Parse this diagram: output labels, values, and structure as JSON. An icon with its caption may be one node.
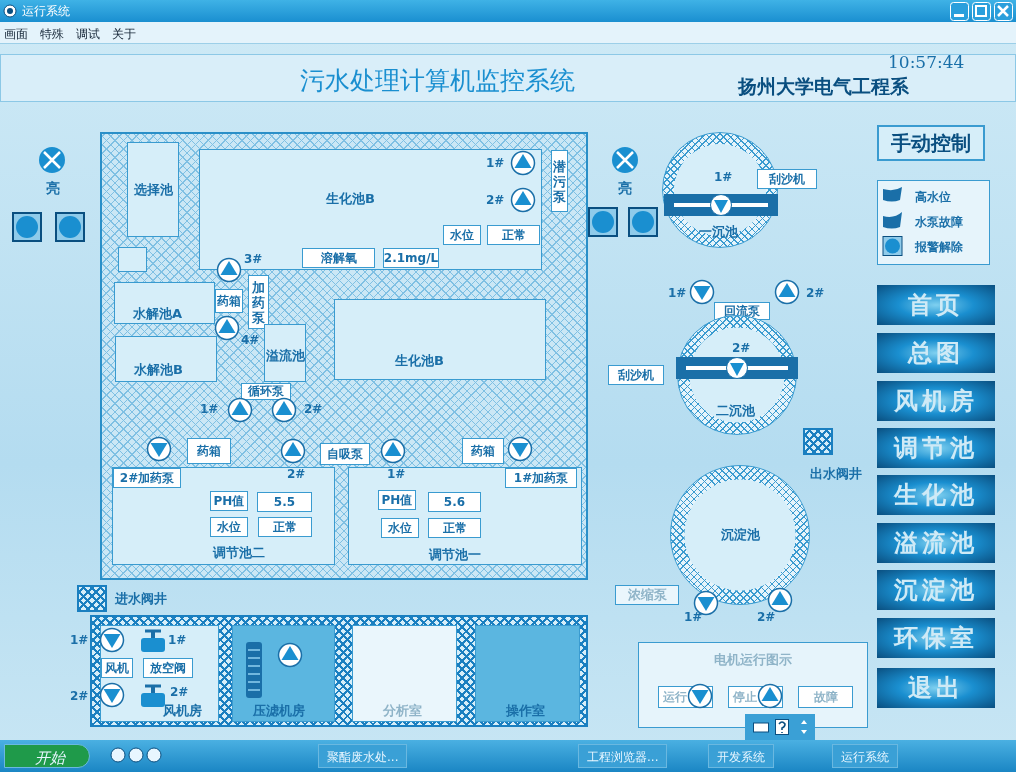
{
  "diagram": {
    "title": "污水处理计算机监控系统",
    "nodes": [
      {
        "text": [],
        "shape": "box"
      },
      {
        "text": [
          "选择池"
        ],
        "in": 0
      },
      {
        "text": [],
        "shape": "box",
        "in": 0
      },
      {
        "text": [
          "生化池B"
        ],
        "in": 0
      },
      {
        "text": [
          "水位"
        ],
        "in": 3
      },
      {
        "text": [
          "正常"
        ],
        "in": 3
      },
      {
        "text": [
          "溶解氧"
        ],
        "in": 3
      },
      {
        "text": [
          "2.1mg/L"
        ],
        "in": 3
      },
      {
        "text": [
          "潜污泵"
        ],
        "in": 0
      },
      {
        "text": [
          "药箱"
        ],
        "in": 0
      },
      {
        "text": [
          "加药泵"
        ],
        "in": 0
      },
      {
        "text": [
          "水解池A"
        ],
        "in": 0
      },
      {
        "text": [
          "溢流池"
        ],
        "in": 0
      },
      {
        "text": [
          "水解池B"
        ],
        "in": 0
      },
      {
        "text": [
          "循环泵"
        ],
        "in": 0
      },
      {
        "text": [
          "生化池B"
        ],
        "in": 0
      },
      {
        "text": [
          "药箱"
        ],
        "in": 0
      },
      {
        "text": [
          "自吸泵"
        ],
        "in": 0
      },
      {
        "text": [
          "药箱"
        ],
        "in": 0
      },
      {
        "text": [
          "调节池二"
        ],
        "in": 0
      },
      {
        "text": [
          "2#加药泵"
        ],
        "in": 19
      },
      {
        "text": [
          "PH值"
        ],
        "in": 19
      },
      {
        "text": [
          "5.5"
        ],
        "in": 19
      },
      {
        "text": [
          "水位"
        ],
        "in": 19
      },
      {
        "text": [
          "正常"
        ],
        "in": 19
      },
      {
        "text": [
          "调节池一"
        ],
        "in": 0
      },
      {
        "text": [
          "1#加药泵"
        ],
        "in": 25
      },
      {
        "text": [
          "PH值"
        ],
        "in": 25
      },
      {
        "text": [
          "5.6"
        ],
        "in": 25
      },
      {
        "text": [
          "水位"
        ],
        "in": 25
      },
      {
        "text": [
          "正常"
        ],
        "in": 25
      },
      {
        "text": [],
        "shape": "box",
        "beside": [
          "进水阀井"
        ]
      },
      {
        "text": [],
        "shape": "box"
      },
      {
        "text": [
          "风机房"
        ],
        "in": 32
      },
      {
        "text": [
          "风机"
        ],
        "in": 33
      },
      {
        "text": [
          "放空阀"
        ],
        "in": 33
      },
      {
        "text": [
          "压滤机房"
        ],
        "in": 32
      },
      {
        "text": [
          "分析室"
        ],
        "in": 32
      },
      {
        "text": [
          "操作室"
        ],
        "in": 32
      },
      {
        "text": [
          "一沉池"
        ]
      },
      {
        "text": [
          "刮沙机"
        ]
      },
      {
        "text": [
          "回流泵"
        ]
      },
      {
        "text": [
          "二沉池"
        ]
      },
      {
        "text": [
          "刮沙机"
        ]
      },
      {
        "text": [],
        "shape": "box"
      },
      {
        "text": [
          "沉淀池"
        ]
      },
      {
        "text": [
          "浓缩泵"
        ]
      },
      {
        "text": [
          "电机运行图示"
        ]
      },
      {
        "text": [
          "运行"
        ],
        "in": 47
      },
      {
        "text": [
          "停止"
        ],
        "in": 47
      },
      {
        "text": [
          "故障"
        ],
        "in": 47
      }
    ],
    "labels": [
      "运行系统",
      "画面",
      "特殊",
      "调试",
      "关于",
      "10:57:44",
      "扬州大学电气工程系",
      "手动控制",
      "亮",
      "亮",
      "1#",
      "2#",
      "3#",
      "4#",
      "1#",
      "2#",
      "2#",
      "1#",
      "1#",
      "1#",
      "2#",
      "2#",
      "首页",
      "总图",
      "风机房",
      "调节池",
      "生化池",
      "溢流池",
      "沉淀池",
      "环保室",
      "退出",
      "1#",
      "1#",
      "2#",
      "2#",
      "1#",
      "2#",
      "出水阀井",
      "开始",
      "聚酯废水处...",
      "工程浏览器...",
      "开发系统",
      "运行系统"
    ],
    "legend": [
      {
        "text": "高水位"
      },
      {
        "text": "水泵故障"
      },
      {
        "text": "报警解除"
      }
    ]
  }
}
